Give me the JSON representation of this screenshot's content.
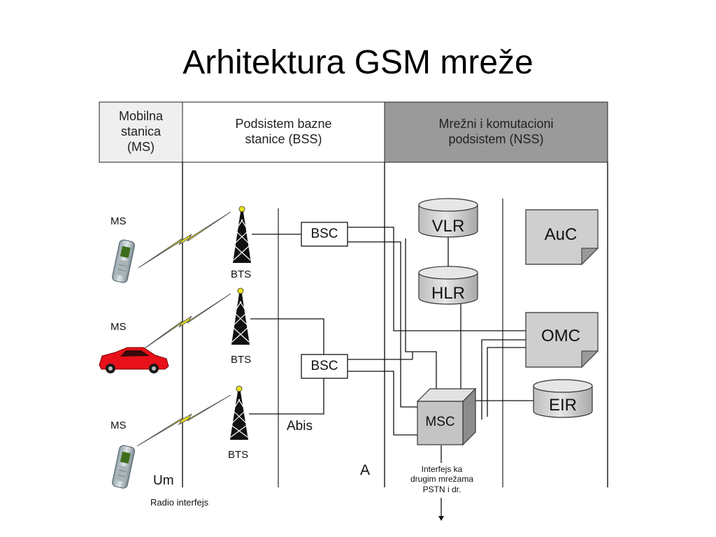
{
  "title": "Arhitektura GSM mreže",
  "columns": {
    "ms": "Mobilna\nstanica\n(MS)",
    "bss": "Podsistem bazne\nstanice (BSS)",
    "nss": "Mrežni i komutacioni\npodsistem (NSS)"
  },
  "ms_label": "MS",
  "bts_label": "BTS",
  "bsc_label": "BSC",
  "vlr_label": "VLR",
  "hlr_label": "HLR",
  "auc_label": "AuC",
  "omc_label": "OMC",
  "eir_label": "EIR",
  "msc_label": "MSC",
  "interfaces": {
    "um": "Um",
    "radio": "Radio interfejs",
    "abis": "Abis",
    "a": "A",
    "other": "Interfejs ka\ndrugim mrežama\nPSTN i dr."
  },
  "colors": {
    "header_gray": "#9a9a9a",
    "header_light": "#efefef",
    "node_fill": "#cccccc",
    "car_red": "#e8101a",
    "signal_yellow": "#e9e31e"
  }
}
